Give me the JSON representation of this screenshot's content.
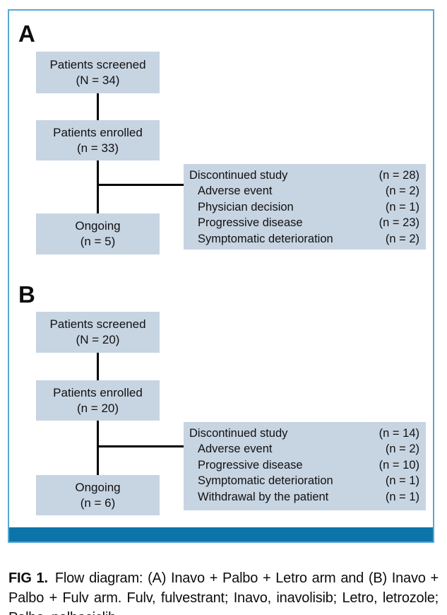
{
  "colors": {
    "frame_border": "#58a8d5",
    "box_fill": "#c7d4e2",
    "bottom_bar": "#0c74a8",
    "connector": "#000000",
    "text": "#111111"
  },
  "panel_a": {
    "label": "A",
    "screened": {
      "line1": "Patients screened",
      "line2": "(N = 34)"
    },
    "enrolled": {
      "line1": "Patients enrolled",
      "line2": "(n = 33)"
    },
    "ongoing": {
      "line1": "Ongoing",
      "line2": "(n = 5)"
    },
    "discontinued": {
      "title": "Discontinued study",
      "title_value": "(n = 28)",
      "reasons": [
        {
          "label": "Adverse event",
          "value": "(n = 2)"
        },
        {
          "label": "Physician decision",
          "value": "(n = 1)"
        },
        {
          "label": "Progressive disease",
          "value": "(n = 23)"
        },
        {
          "label": "Symptomatic deterioration",
          "value": "(n = 2)"
        }
      ]
    }
  },
  "panel_b": {
    "label": "B",
    "screened": {
      "line1": "Patients screened",
      "line2": "(N = 20)"
    },
    "enrolled": {
      "line1": "Patients enrolled",
      "line2": "(n = 20)"
    },
    "ongoing": {
      "line1": "Ongoing",
      "line2": "(n = 6)"
    },
    "discontinued": {
      "title": "Discontinued study",
      "title_value": "(n = 14)",
      "reasons": [
        {
          "label": "Adverse event",
          "value": "(n = 2)"
        },
        {
          "label": "Progressive disease",
          "value": "(n = 10)"
        },
        {
          "label": "Symptomatic deterioration",
          "value": "(n = 1)"
        },
        {
          "label": "Withdrawal by the patient",
          "value": "(n = 1)"
        }
      ]
    }
  },
  "caption": {
    "tag": "FIG 1.",
    "text": "Flow diagram: (A) Inavo + Palbo + Letro arm and (B) Inavo + Palbo + Fulv arm. Fulv, fulvestrant; Inavo, inavolisib; Letro, letrozole; Palbo, palbociclib."
  }
}
